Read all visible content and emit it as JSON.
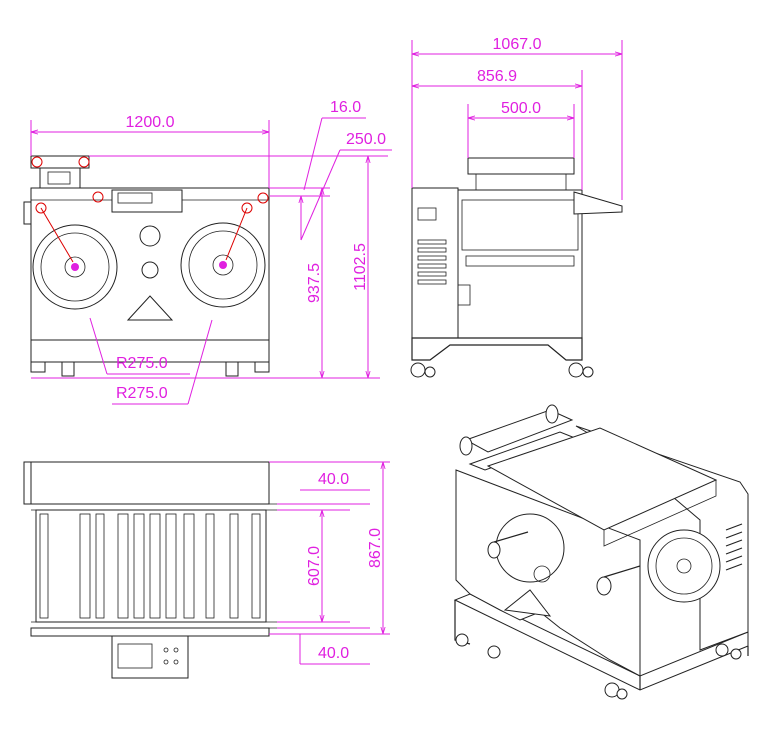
{
  "drawing": {
    "front_view": {
      "width": "1200.0",
      "top_offset": "16.0",
      "top_height": "250.0",
      "reel_center_height": "937.5",
      "total_height": "1102.5",
      "radius_1": "R275.0",
      "radius_2": "R275.0"
    },
    "side_view": {
      "overall_width": "1067.0",
      "body_width": "856.9",
      "roller_width": "500.0"
    },
    "top_view": {
      "edge_top": "40.0",
      "inner_depth": "607.0",
      "total_depth": "867.0",
      "edge_bottom": "40.0"
    },
    "colors": {
      "dimension": "#e020e0",
      "outline": "#222222",
      "highlight": "#dd0000"
    }
  }
}
